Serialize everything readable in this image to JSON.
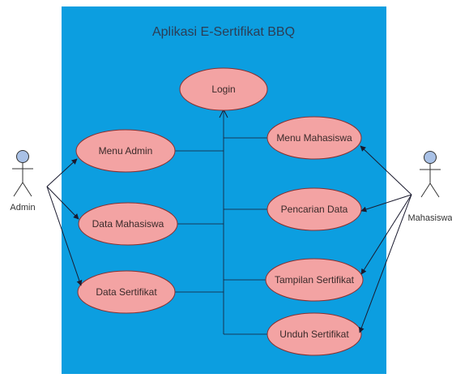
{
  "system": {
    "title": "Aplikasi E-Sertifikat BBQ",
    "color": "#0c9ee0"
  },
  "use_cases": {
    "login": "Login",
    "menu_admin": "Menu Admin",
    "data_mahasiswa": "Data Mahasiswa",
    "data_sertifikat": "Data Sertifikat",
    "menu_mahasiswa": "Menu Mahasiswa",
    "pencarian_data": "Pencarian Data",
    "tampilan_sertifikat": "Tampilan Sertifikat",
    "unduh_sertifikat": "Unduh Sertifikat"
  },
  "actors": {
    "admin": "Admin",
    "mahasiswa": "Mahasiswa"
  },
  "colors": {
    "use_case_fill": "#f3a3a3",
    "actor_head": "#a9c1e6",
    "line": "#1a1a2e"
  }
}
